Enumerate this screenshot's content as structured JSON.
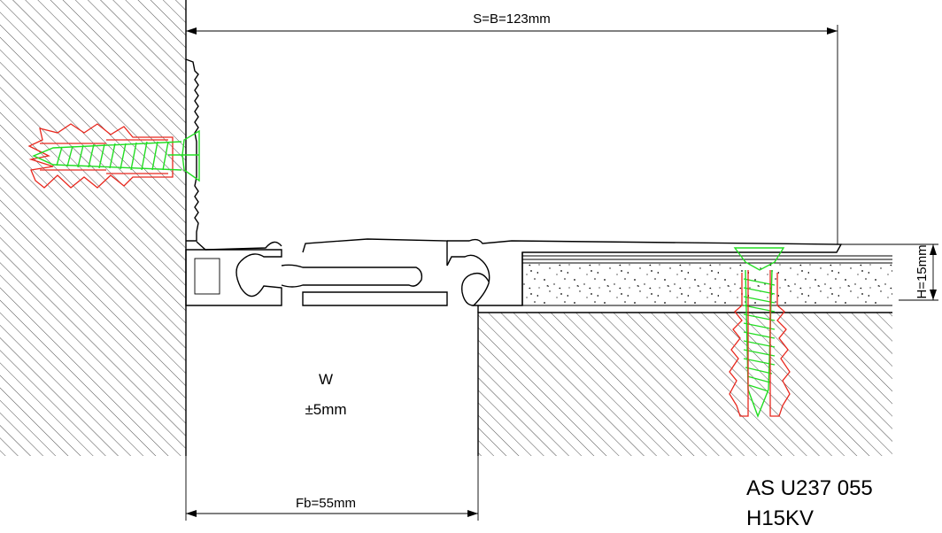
{
  "dimensions": {
    "width_label": "S=B=123mm",
    "height_label": "H=15mm",
    "base_label": "Fb=55mm",
    "gap_label_line1": "W",
    "gap_label_line2": "±5mm"
  },
  "product": {
    "code_line1": "AS U237 055",
    "code_line2": "H15KV"
  },
  "colors": {
    "screw": "#22dd22",
    "anchor": "#e8281e",
    "outline": "#000000"
  },
  "icons": [
    "wall-hatch",
    "floor-hatch",
    "screed-speckle",
    "wall-screw-icon",
    "wall-anchor-icon",
    "floor-screw-icon",
    "floor-anchor-icon"
  ]
}
